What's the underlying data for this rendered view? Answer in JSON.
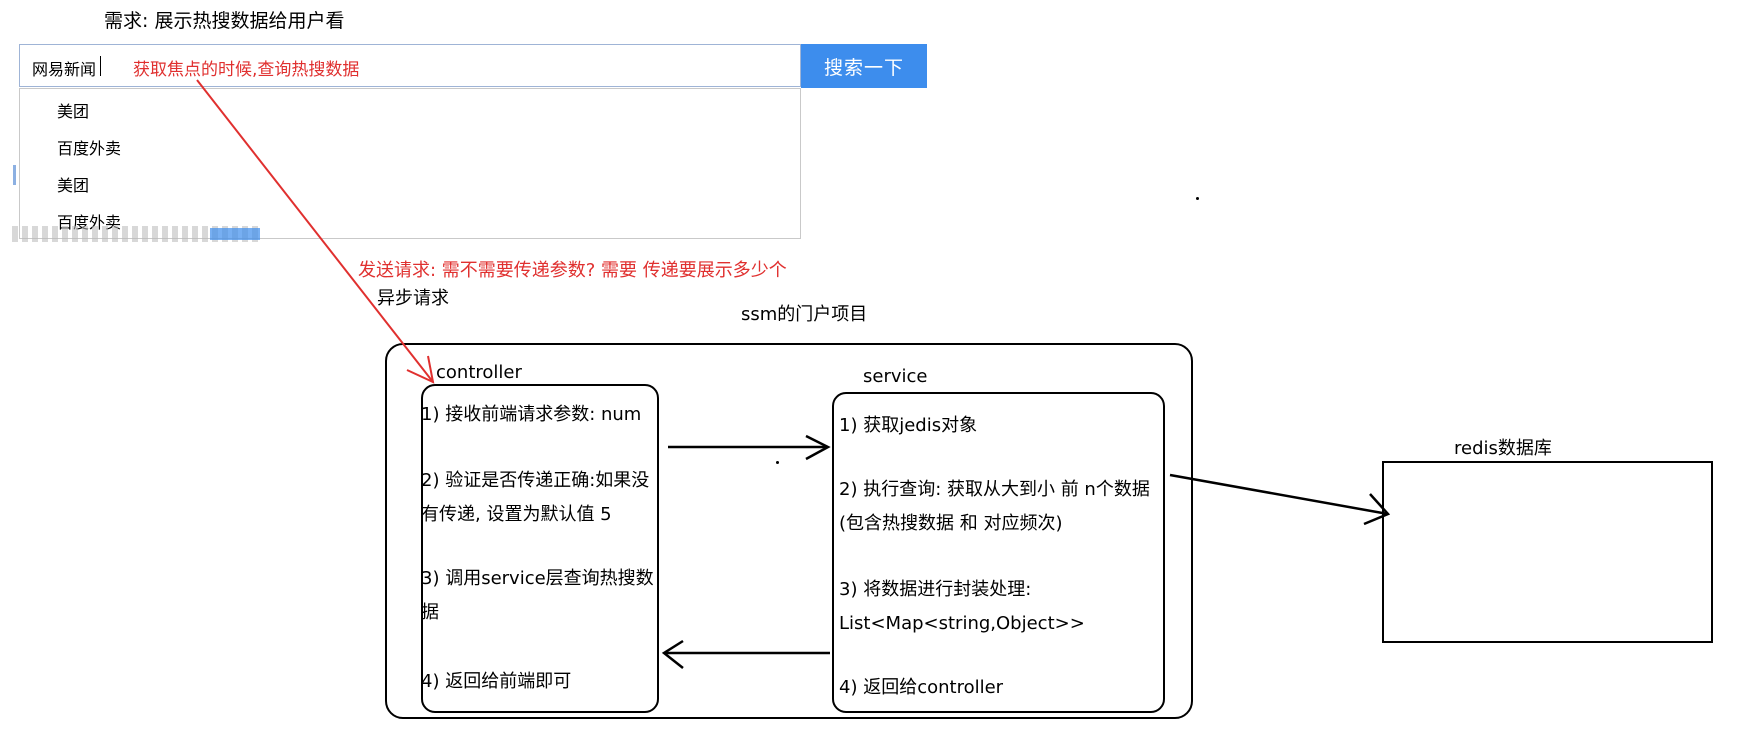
{
  "title": "需求:  展示热搜数据给用户看",
  "search": {
    "value": "网易新闻",
    "focus_note": "获取焦点的时候,查询热搜数据",
    "button_label": "搜索一下",
    "suggestions": [
      "美团",
      "百度外卖",
      "美团",
      "百度外卖"
    ]
  },
  "request_note": "发送请求: 需不需要传递参数?  需要 传递要展示多少个",
  "async_label": "异步请求",
  "portal_label": "ssm的门户项目",
  "controller": {
    "title": "controller",
    "steps": [
      "1) 接收前端请求参数: num",
      "2) 验证是否传递正确:如果没有传递, 设置为默认值 5",
      "3) 调用service层查询热搜数据",
      "4) 返回给前端即可"
    ]
  },
  "service": {
    "title": "service",
    "steps": [
      "1) 获取jedis对象",
      "2) 执行查询: 获取从大到小 前 n个数据(包含热搜数据 和 对应频次)",
      "3) 将数据进行封装处理: List<Map<string,Object>>",
      "4) 返回给controller"
    ]
  },
  "redis": {
    "title": "redis数据库"
  },
  "colors": {
    "accent_red": "#e0302f",
    "button_blue": "#3d8ded"
  }
}
